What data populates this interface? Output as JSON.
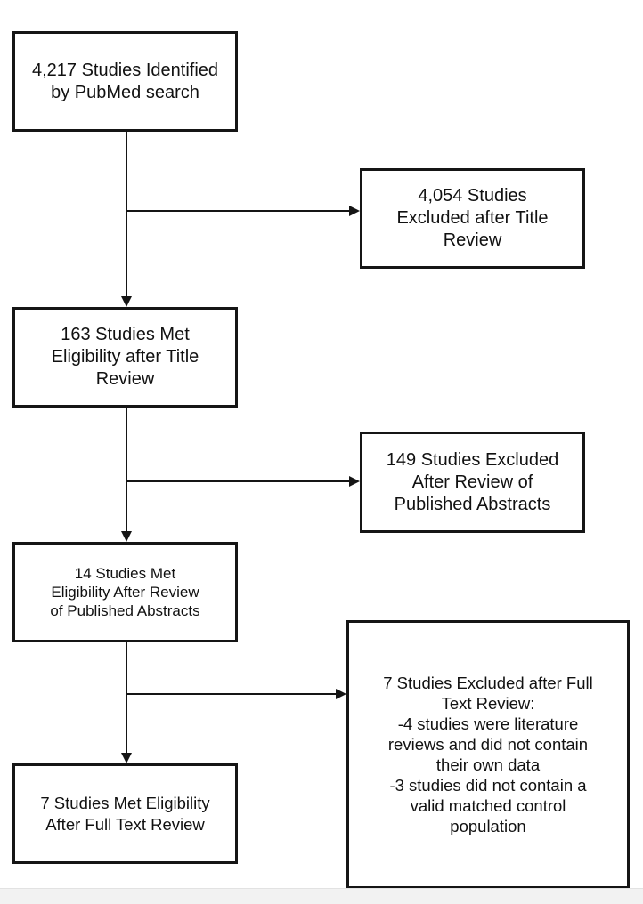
{
  "flowchart": {
    "identified": "4,217 Studies Identified\nby PubMed search",
    "excluded_title": "4,054 Studies\nExcluded after Title\nReview",
    "met_title": "163 Studies Met\nEligibility after Title\nReview",
    "excluded_abstracts": "149 Studies Excluded\nAfter Review of\nPublished Abstracts",
    "met_abstracts": "14 Studies Met\nEligibility After Review\nof Published Abstracts",
    "excluded_fulltext": "7 Studies Excluded after Full\nText Review:\n-4 studies were literature\nreviews and did not contain\ntheir own data\n-3 studies did not contain a\nvalid matched control\npopulation",
    "met_fulltext": "7 Studies Met Eligibility\nAfter Full Text Review"
  },
  "colors": {
    "line": "#151515",
    "background": "#ffffff"
  }
}
